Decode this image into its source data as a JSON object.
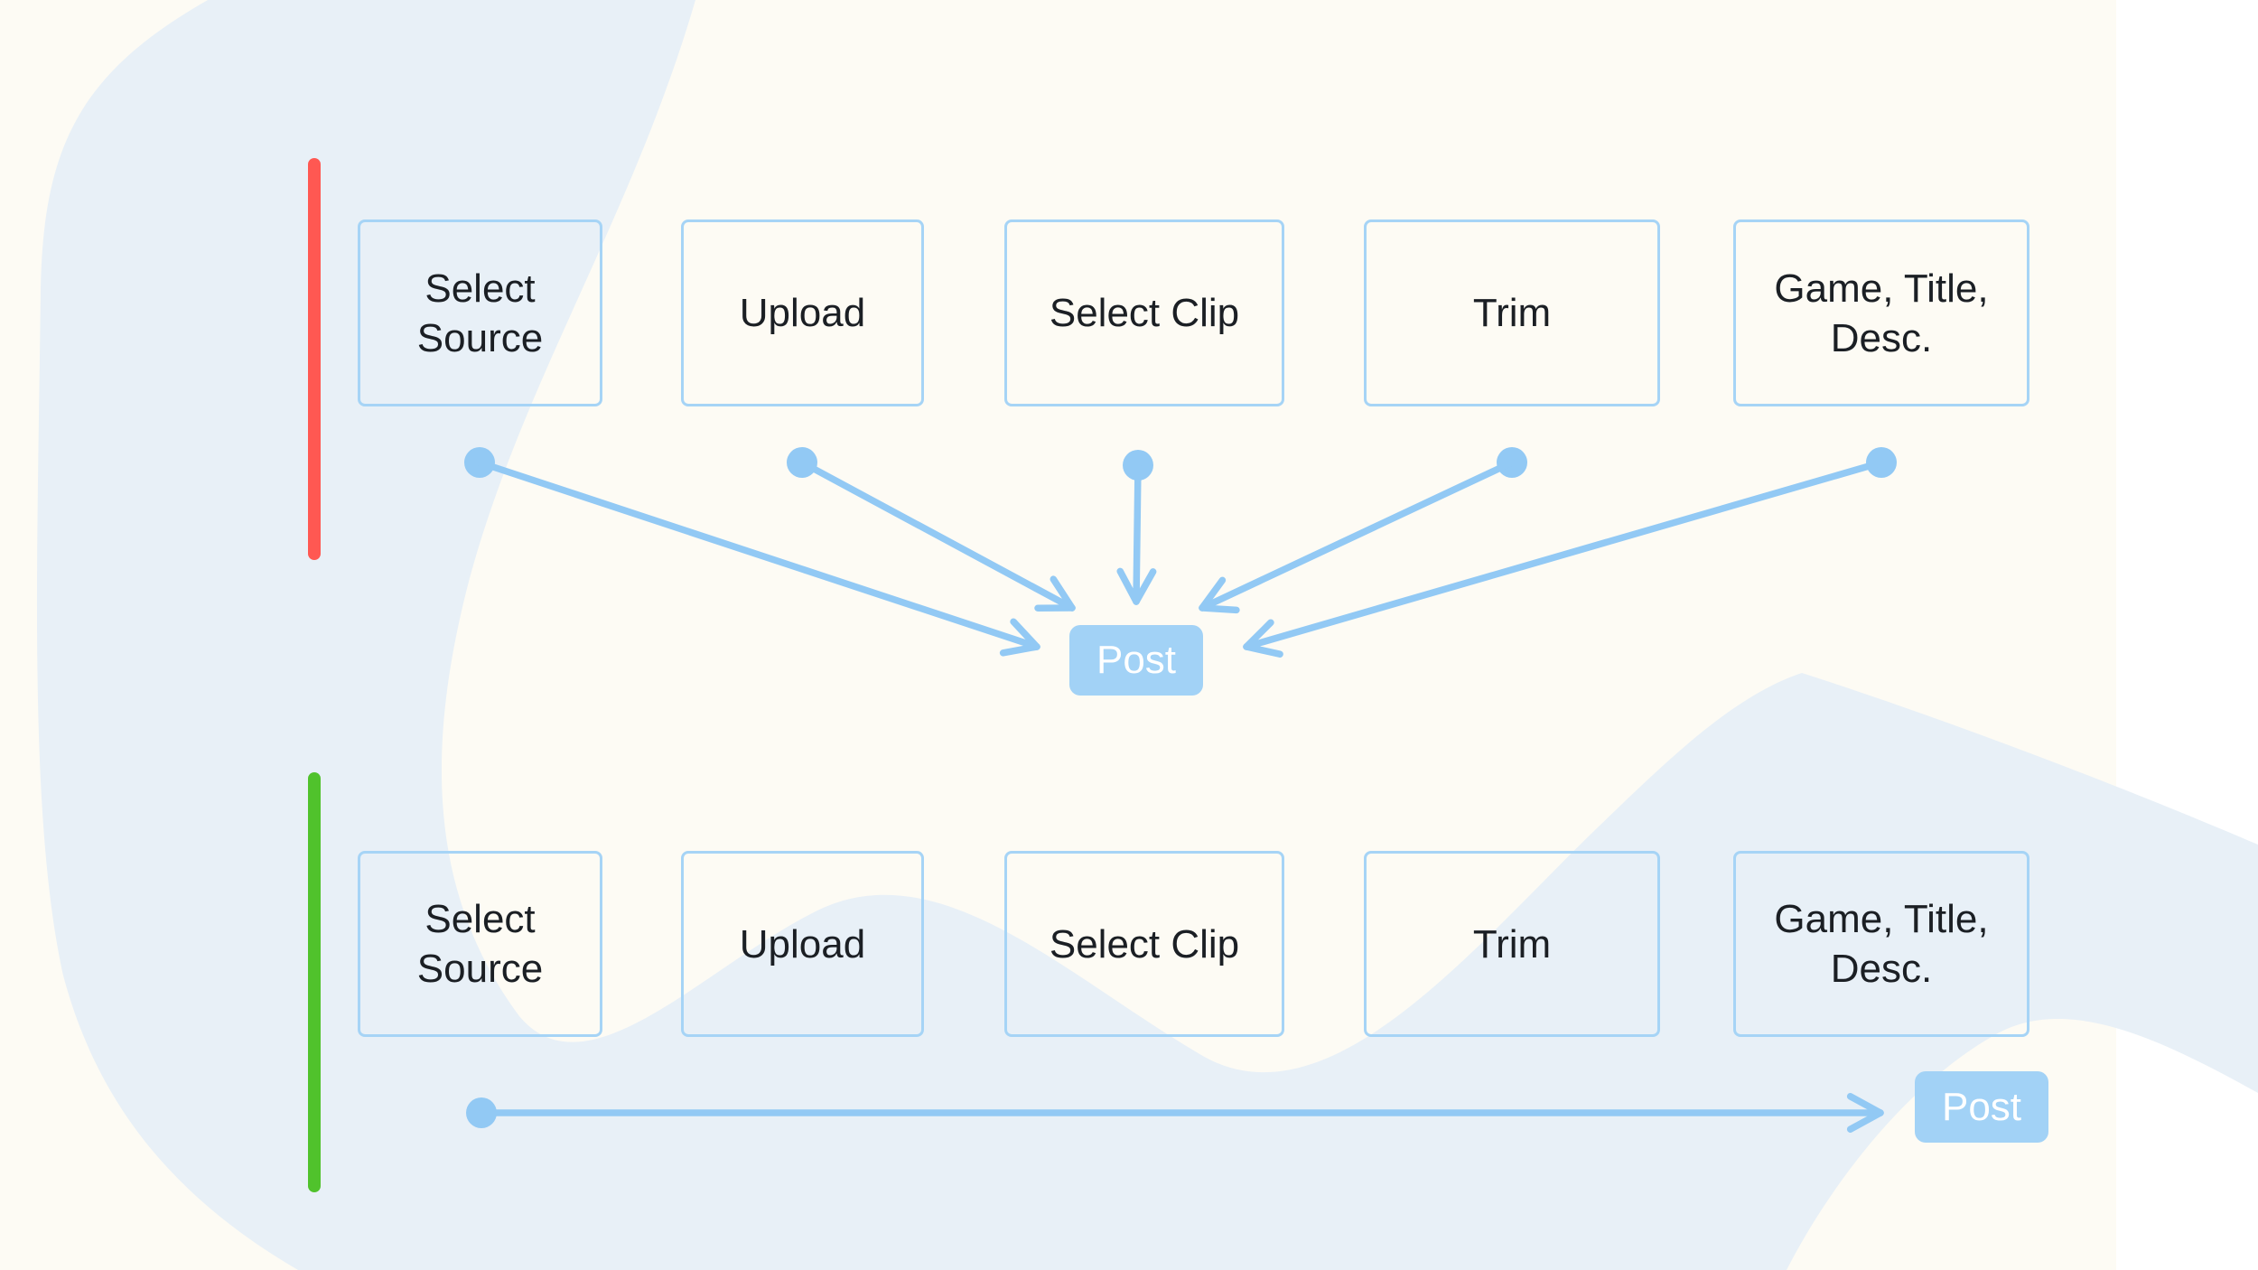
{
  "colors": {
    "accent_blue": "#92c9f4",
    "box_border_blue": "#a6d4f6",
    "button_blue": "#a2d2f6",
    "swoosh_blue": "#e8f0f7",
    "background_cream": "#fdfbf4",
    "background_white": "#ffffff",
    "marker_red": "#ff5852",
    "marker_green": "#50c22c",
    "text_dark": "#1b1f24",
    "button_text_white": "#ffffff"
  },
  "rows": [
    {
      "id": "manual-flow",
      "marker_color": "#ff5852",
      "steps": [
        "Select\nSource",
        "Upload",
        "Select Clip",
        "Trim",
        "Game, Title,\nDesc."
      ],
      "post_label": "Post"
    },
    {
      "id": "streamlined-flow",
      "marker_color": "#50c22c",
      "steps": [
        "Select\nSource",
        "Upload",
        "Select Clip",
        "Trim",
        "Game, Title,\nDesc."
      ],
      "post_label": "Post"
    }
  ]
}
